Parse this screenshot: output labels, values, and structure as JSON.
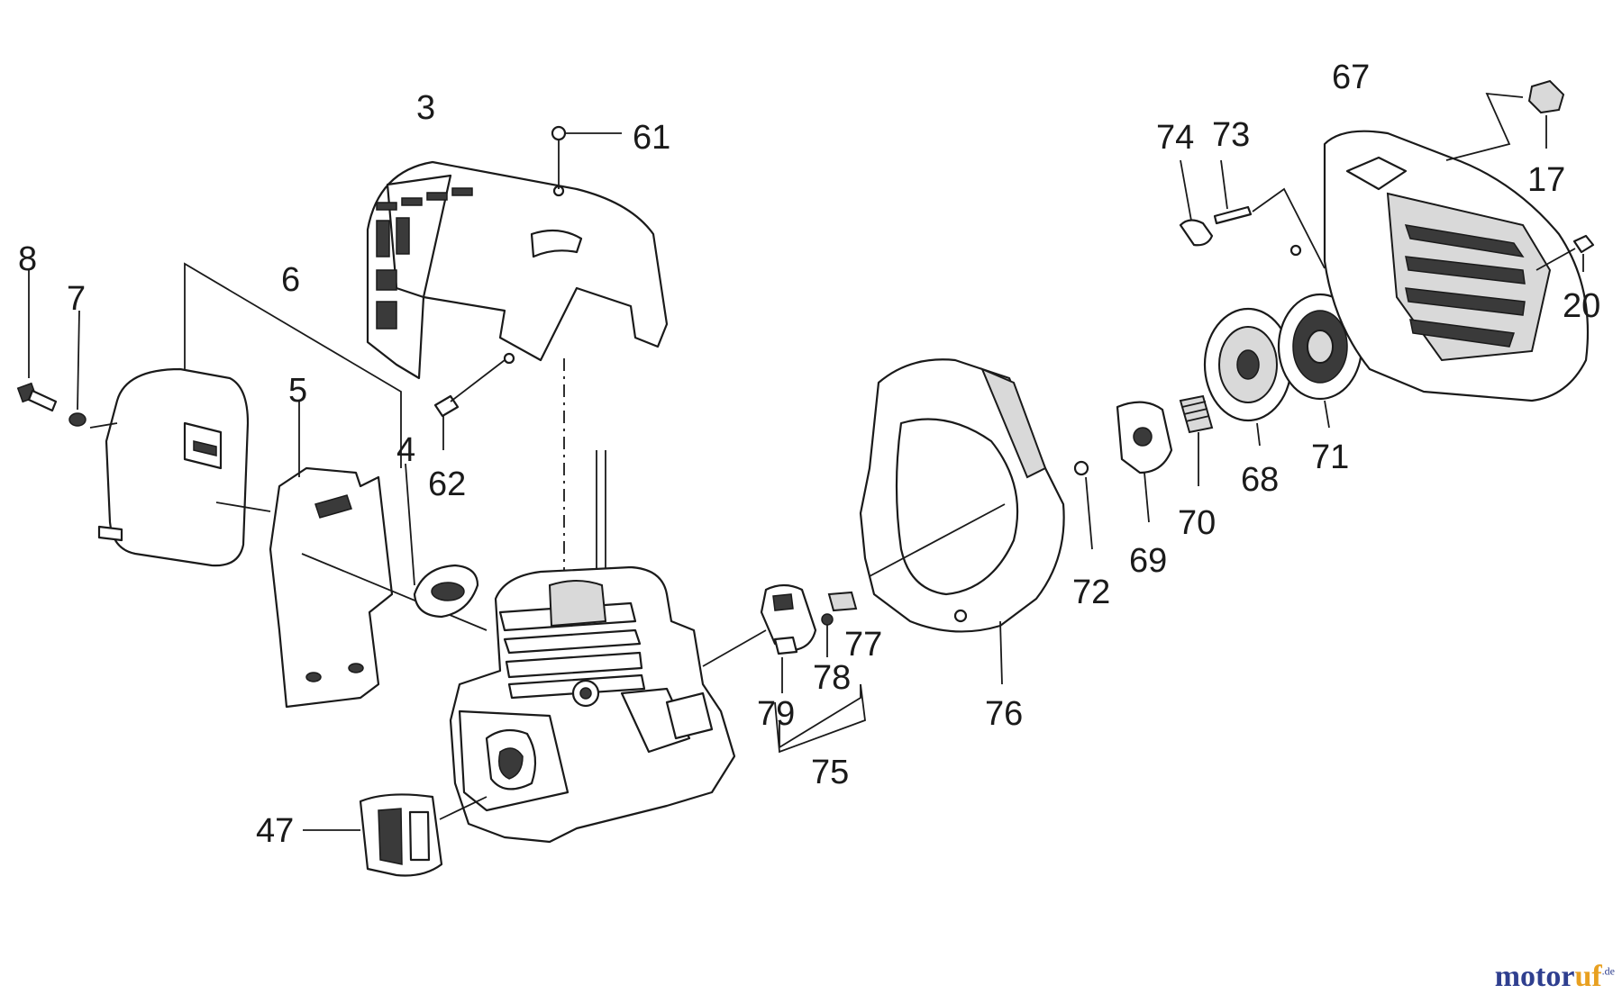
{
  "diagram": {
    "callouts": [
      "3",
      "61",
      "8",
      "7",
      "6",
      "5",
      "4",
      "62",
      "47",
      "74",
      "73",
      "67",
      "17",
      "20",
      "71",
      "68",
      "70",
      "69",
      "72",
      "76",
      "77",
      "78",
      "79",
      "75"
    ]
  },
  "watermark": {
    "part1": "motor",
    "part2": "uf",
    "tld": ".de"
  }
}
